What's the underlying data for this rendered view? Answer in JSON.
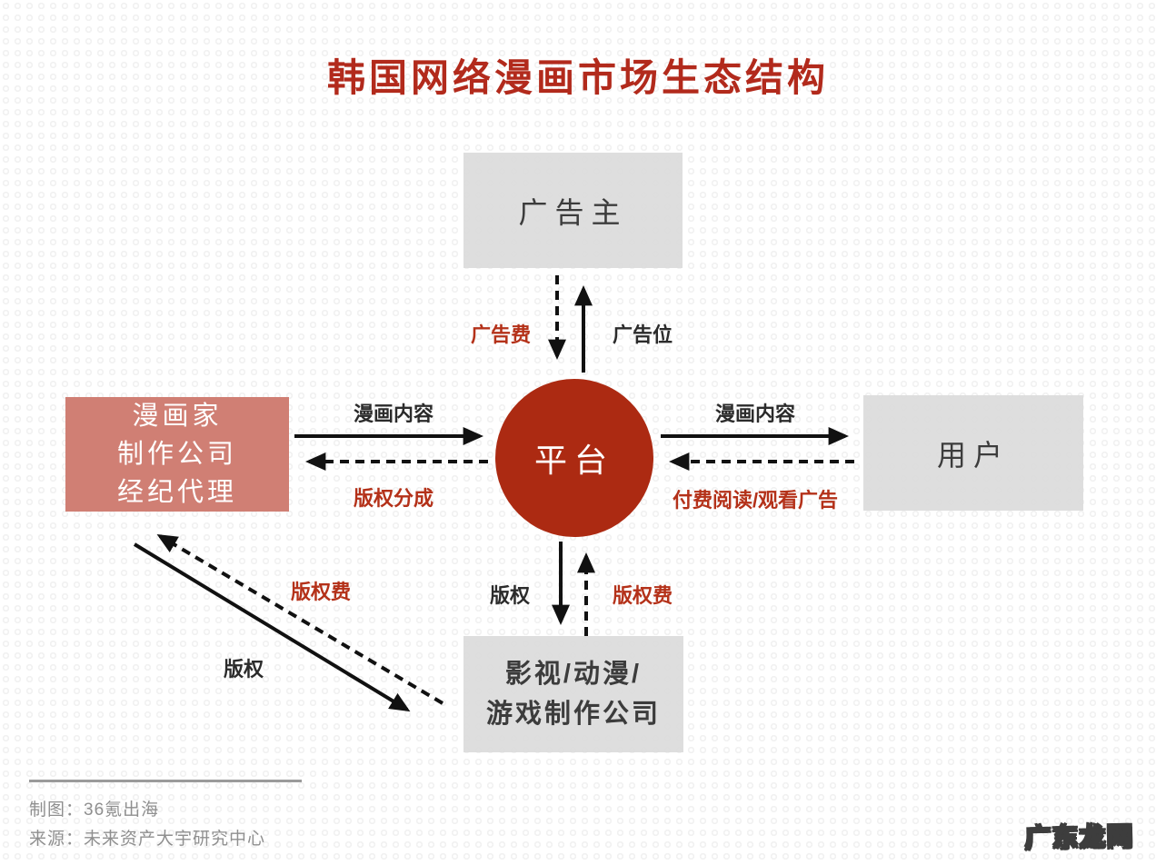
{
  "title": "韩国网络漫画市场生态结构",
  "nodes": {
    "platform": "平台",
    "advertiser": "广告主",
    "creators": [
      "漫画家",
      "制作公司",
      "经纪代理"
    ],
    "users": "用户",
    "producers": [
      "影视/动漫/",
      "游戏制作公司"
    ]
  },
  "edges": {
    "ad_fee": "广告费",
    "ad_slot": "广告位",
    "comic_content_left": "漫画内容",
    "royalty_share": "版权分成",
    "comic_content_right": "漫画内容",
    "paid_reading": "付费阅读/观看广告",
    "copyright_center": "版权",
    "copyright_fee_center": "版权费",
    "copyright_diagonal": "版权",
    "copyright_fee_diagonal": "版权费"
  },
  "footer": {
    "credit": "制图：36氪出海",
    "source": "来源：未来资产大宇研究中心"
  },
  "watermark": "广东龙网",
  "colors": {
    "title_red": "#b22a1c",
    "platform_red": "#ac2a12",
    "creators_pink": "#ce786d",
    "node_gray": "#dbdbdb",
    "edge_label_red": "#b43119",
    "edge_label_black": "#2b2b2b",
    "footer_gray": "#8f8f8f"
  }
}
